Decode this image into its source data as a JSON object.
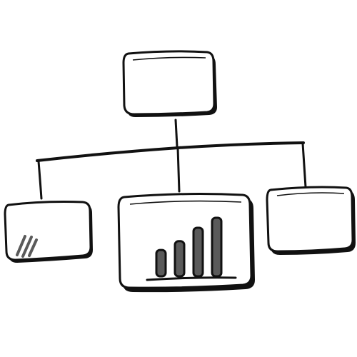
{
  "diagram": {
    "type": "hierarchy",
    "style": "hand-drawn sketch",
    "nodes": [
      {
        "id": "root",
        "content": "empty"
      },
      {
        "id": "child-left",
        "content": "glossy-screen"
      },
      {
        "id": "child-center",
        "content": "bar-chart"
      },
      {
        "id": "child-right",
        "content": "empty"
      }
    ],
    "edges": [
      [
        "root",
        "child-left"
      ],
      [
        "root",
        "child-center"
      ],
      [
        "root",
        "child-right"
      ]
    ],
    "bar_chart": {
      "bar_count": 4,
      "bar_levels": [
        0.45,
        0.6,
        0.83,
        1.0
      ]
    }
  },
  "colors": {
    "stroke": "#111111",
    "bar_fill": "#5a5a5a",
    "shadow": "#111111",
    "background": "#ffffff"
  },
  "icons": [
    "org-chart-icon",
    "bar-chart-icon",
    "glare-icon"
  ]
}
